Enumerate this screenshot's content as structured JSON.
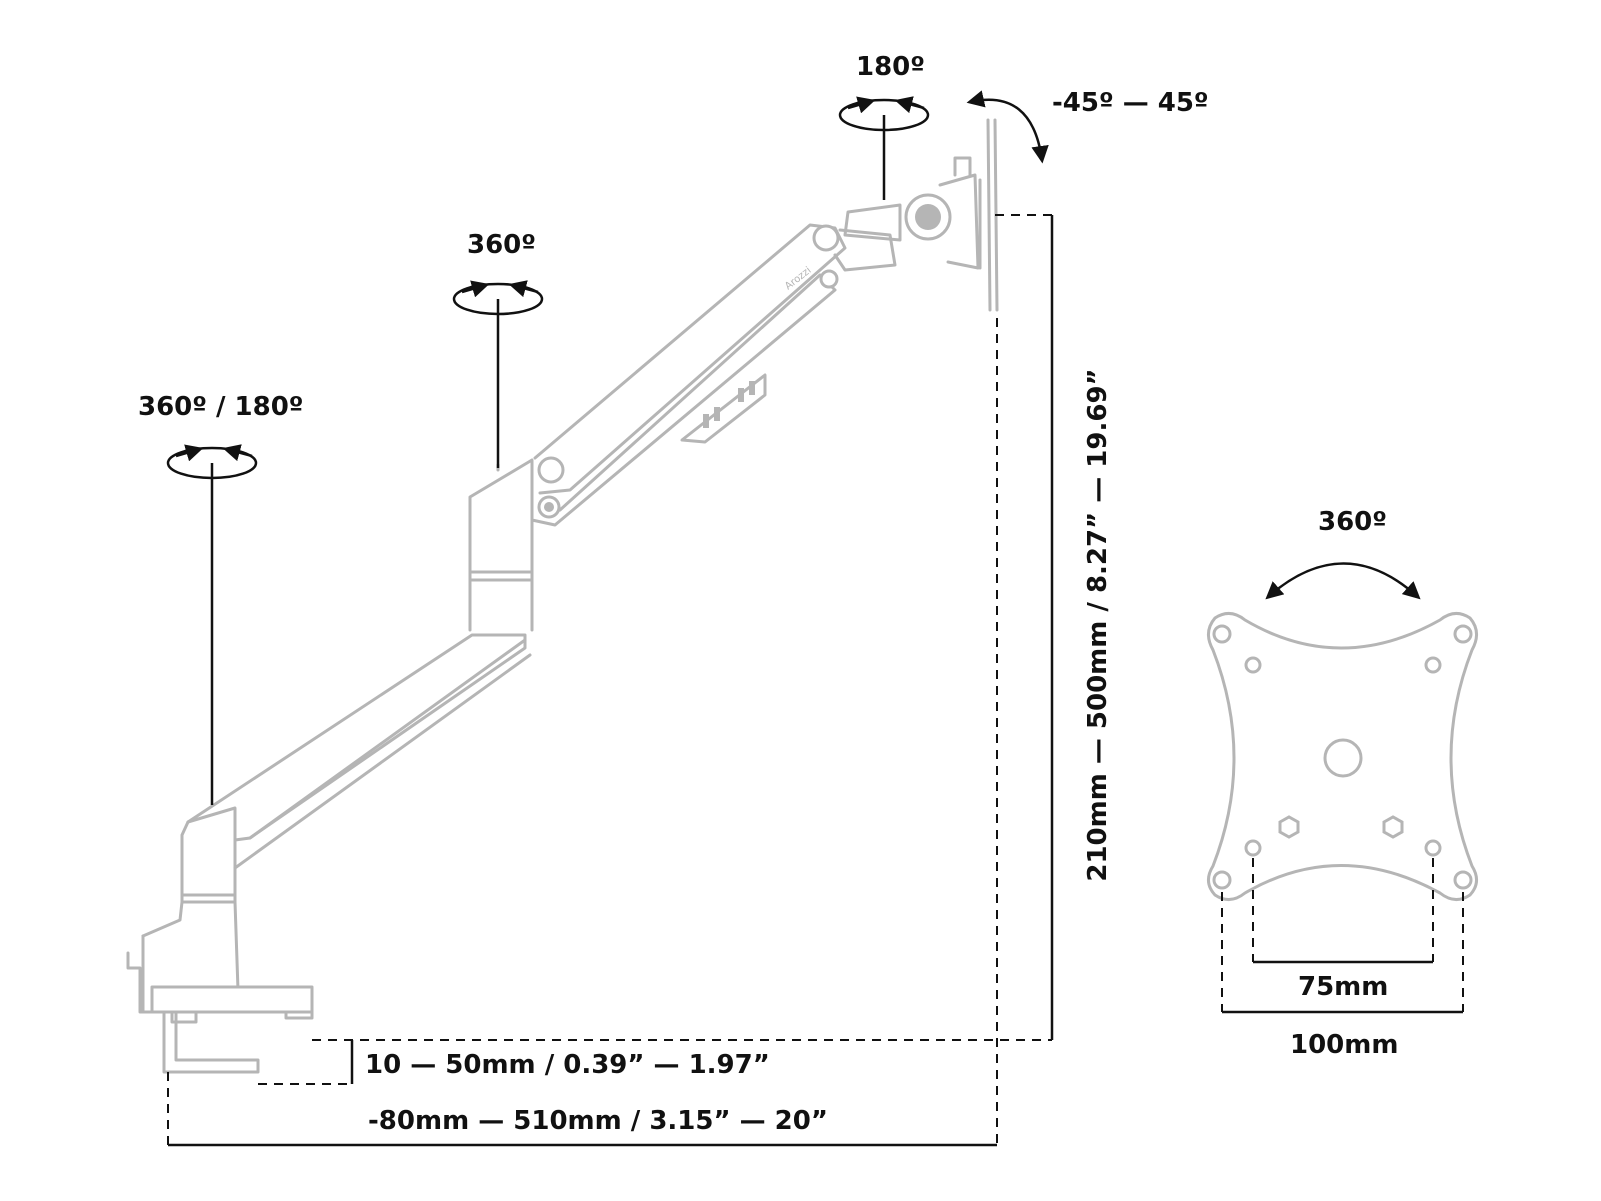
{
  "labels": {
    "base_rotation": "360º / 180º",
    "mid_rotation": "360º",
    "head_rotation": "180º",
    "tilt": "-45º — 45º",
    "height_range": "210mm — 500mm / 8.27” — 19.69”",
    "desk_thickness": "10 — 50mm / 0.39” — 1.97”",
    "reach_range": "-80mm — 510mm / 3.15” — 20”",
    "vesa_rotation": "360º",
    "vesa_75": "75mm",
    "vesa_100": "100mm"
  },
  "icons": {
    "rotation_arrow": "rotation-ellipse-arrows-icon",
    "tilt_arrow": "tilt-arc-arrow-icon",
    "vesa_plate": "vesa-mount-plate-icon"
  },
  "colors": {
    "ink": "#111111",
    "arm_outline": "#b5b5b5",
    "background": "#ffffff"
  }
}
